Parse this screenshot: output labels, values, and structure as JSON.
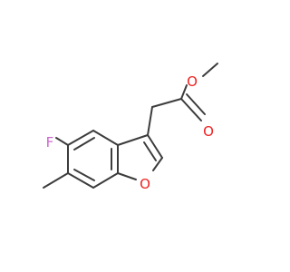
{
  "molecule": {
    "atoms": {
      "F": {
        "symbol": "F",
        "color": "#cc66cc"
      },
      "O_ring": {
        "symbol": "O",
        "color": "#ee2222"
      },
      "O_ester": {
        "symbol": "O",
        "color": "#ee2222"
      },
      "O_carbonyl": {
        "symbol": "O",
        "color": "#ee2222"
      }
    },
    "bond_color": "#3c3c3c"
  }
}
